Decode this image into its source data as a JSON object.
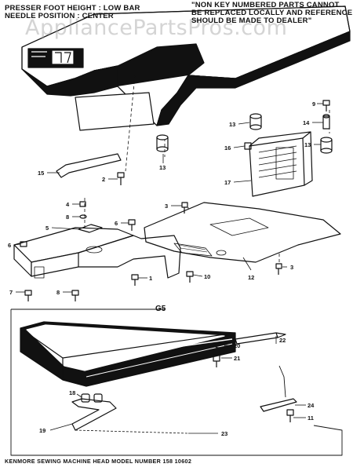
{
  "notes": {
    "left_line1": "PRESSER FOOT HEIGHT : LOW BAR",
    "left_line2": "NEEDLE POSITION : CENTER",
    "right_line1": "\"NON KEY NUMBERED PARTS CANNOT",
    "right_line2": "BE REPLACED LOCALLY AND REFERENCE",
    "right_line3": "SHOULD BE MADE TO DEALER\""
  },
  "watermark": "AppliancePartsPros.com",
  "section_label": "G5",
  "footer": "KENMORE  SEWING MACHINE HEAD MODEL NUMBER 158 10602",
  "callouts": {
    "c1": "1",
    "c2": "2",
    "c3a": "3",
    "c3b": "3",
    "c4": "4",
    "c5": "5",
    "c6a": "6",
    "c6b": "6",
    "c7": "7",
    "c8": "8",
    "c9": "9",
    "c10": "10",
    "c11": "11",
    "c12": "12",
    "c13a": "13",
    "c13b": "13",
    "c13c": "13",
    "c14": "14",
    "c15": "15",
    "c16": "16",
    "c17": "17",
    "c18": "18",
    "c19": "19",
    "c20": "20",
    "c21": "21",
    "c22": "22",
    "c23": "23",
    "c24": "24"
  }
}
